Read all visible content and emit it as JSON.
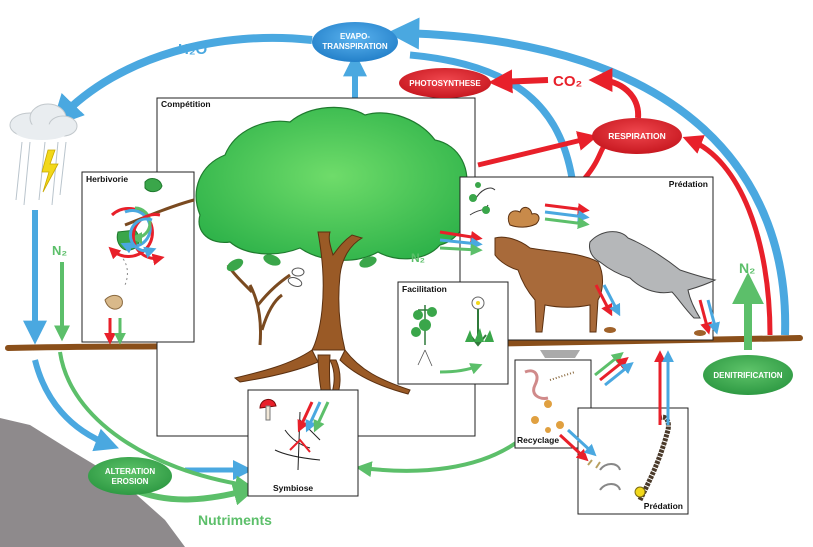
{
  "labels": {
    "h2o": "H₂O",
    "co2": "CO₂",
    "n2_left": "N₂",
    "n2_mid": "N₂",
    "n2_right": "N₂",
    "nutriments": "Nutriments"
  },
  "ellipses": {
    "evapo_line1": "EVAPO-",
    "evapo_line2": "TRANSPIRATION",
    "photosynthese": "PHOTOSYNTHESE",
    "respiration": "RESPIRATION",
    "denitrification": "DENITRIFICATION",
    "alteration_line1": "ALTERATION",
    "alteration_line2": "EROSION"
  },
  "boxes": {
    "competition": "Compétition",
    "herbivorie": "Herbivorie",
    "predation_top": "Prédation",
    "facilitation": "Facilitation",
    "recyclage": "Recyclage",
    "symbiose": "Symbiose",
    "predation_bottom": "Prédation"
  },
  "colors": {
    "water": "#4aa8e0",
    "carbon": "#e8202a",
    "nitrogen": "#5cbf6a",
    "node_blue": "#2f8fd6",
    "node_red": "#d9222a",
    "node_green": "#3aa64a"
  }
}
